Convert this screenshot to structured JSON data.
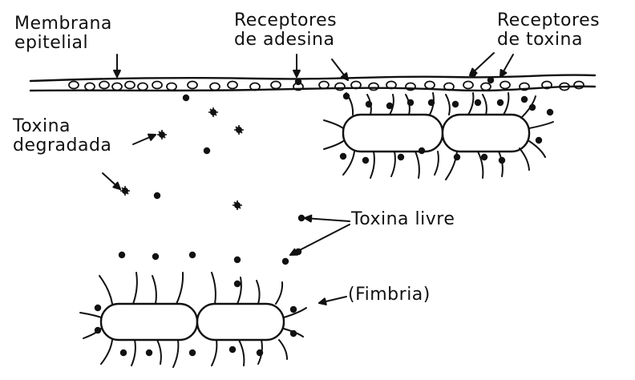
{
  "labels": {
    "membrana_line1": "Membrana",
    "membrana_line2": "epitelial",
    "adesina_line1": "Receptores",
    "adesina_line2": "de adesina",
    "toxina_receptores_line1": "Receptores",
    "toxina_receptores_line2": "de toxina",
    "toxina_degradada_line1": "Toxina",
    "toxina_degradada_line2": "degradada",
    "toxina_livre": "Toxina livre",
    "fimbria": "(Fimbria)"
  },
  "colors": {
    "ink": "#111111",
    "background": "#ffffff"
  }
}
